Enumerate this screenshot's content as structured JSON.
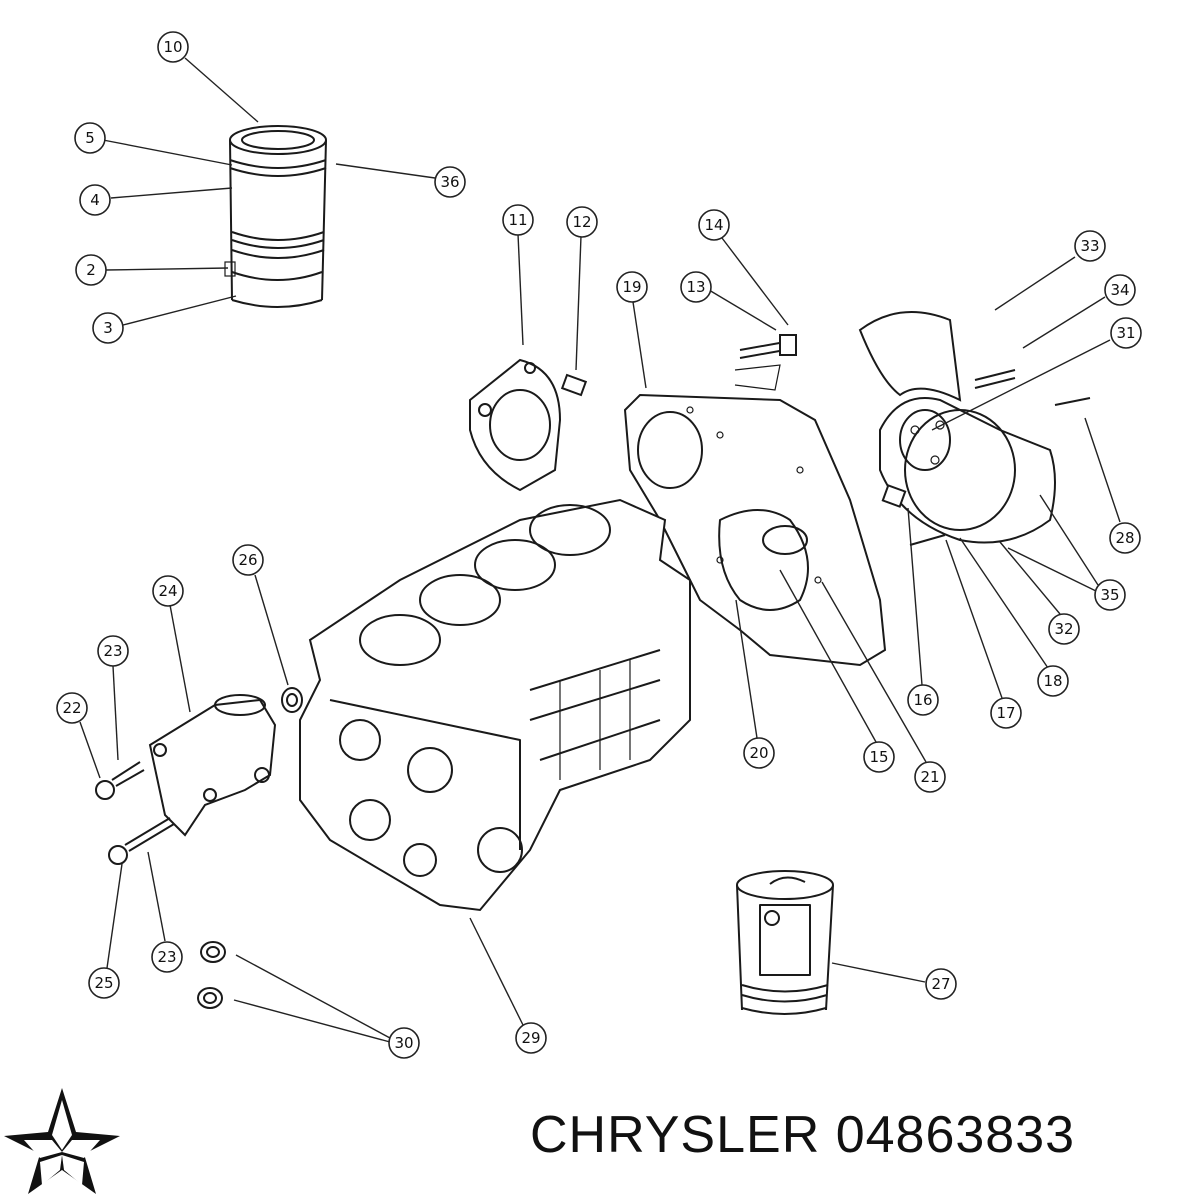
{
  "brand": {
    "name": "CHRYSLER",
    "part_number": "04863833",
    "logo": "chrysler-pentastar-logo"
  },
  "callouts": [
    "10",
    "5",
    "36",
    "4",
    "2",
    "3",
    "11",
    "12",
    "14",
    "13",
    "19",
    "33",
    "34",
    "31",
    "28",
    "26",
    "24",
    "23",
    "22",
    "25",
    "23",
    "30",
    "29",
    "20",
    "15",
    "21",
    "16",
    "17",
    "18",
    "32",
    "35",
    "27"
  ]
}
